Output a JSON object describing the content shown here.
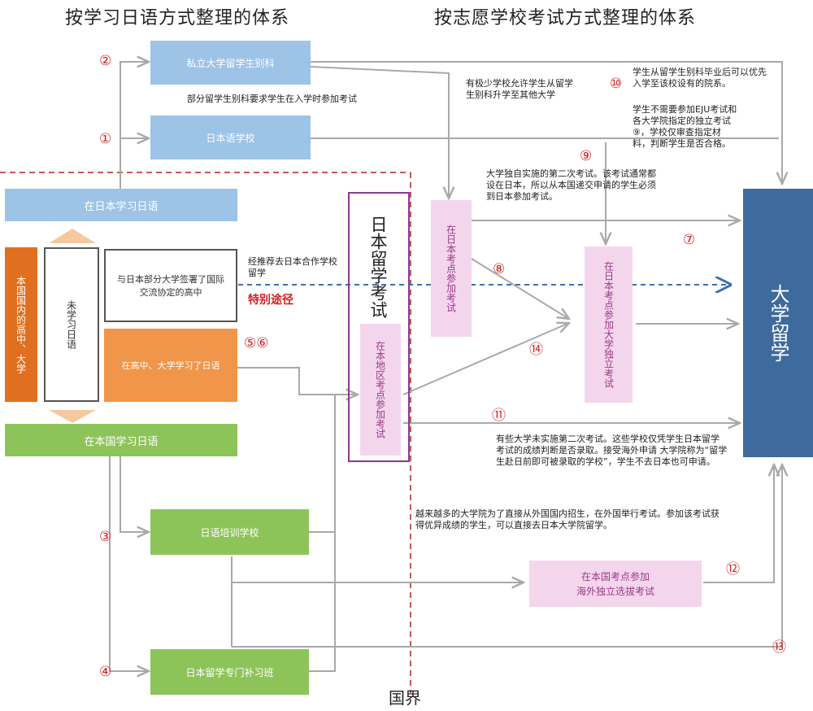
{
  "headers": {
    "left": "按学习日语方式整理的体系",
    "right": "按志愿学校考试方式整理的体系"
  },
  "boxes": {
    "private_univ": "私立大学留学生别科",
    "jp_lang_school": "日本语学校",
    "study_in_japan": "在日本学习日语",
    "home_country_school": "本国国内的高中、大学",
    "not_studied": "未学习日语",
    "agreement_school": "与日本部分大学签署了国际交流协定的高中",
    "studied_at_school": "在高中、大学学习了日语",
    "study_at_home": "在本国学习日语",
    "training_school": "日语培训学校",
    "prep_class": "日本留学专门补习班",
    "eju": "日本留学考试",
    "eju_japan": "在日本考点参加考试",
    "eju_local": "在本地区考点参加考试",
    "indep_exam": "在日本考点参加大学独立考试",
    "overseas_exam_line1": "在本国考点参加",
    "overseas_exam_line2": "海外独立选拔考试",
    "university": "大学留学"
  },
  "labels": {
    "note_entrance": "部分留学生别科要求学生在入学时参加考试",
    "note_few_schools": "有极少学校允许学生从留学生别科升学至其他大学",
    "note_priority": "学生从留学生别科毕业后可以优先入学至该校设有的院系。",
    "note_no_eju": "学生不需要参加EJU考试和各大学院指定的独立考试⑨，学校仅审查指定材料，判断学生是否合格。",
    "note_second_exam": "大学独自实施的第二次考试。该考试通常都设在日本，所以从本国递交申请的学生必须到日本参加考试。",
    "note_recommend": "经推荐去日本合作学校留学",
    "special_route": "特别途径",
    "note_no_second": "有些大学未实施第二次考试。这些学校仅凭学生日本留学考试的成绩判断是否录取。接受海外申请 大学院称为“留学生赴日前即可被录取的学校”，学生不去日本也可申请。",
    "note_overseas": "越来越多的大学院为了直接从外国国内招生，在外国举行考试。参加该考试获得优异成绩的学生，可以直接去日本大学院留学。",
    "border": "国界"
  },
  "markers": {
    "m1": "①",
    "m2": "②",
    "m3": "③",
    "m4": "④",
    "m56": "⑤⑥",
    "m7": "⑦",
    "m8": "⑧",
    "m9": "⑨",
    "m10": "⑩",
    "m11": "⑪",
    "m12": "⑫",
    "m13": "⑬",
    "m14": "⑭"
  },
  "colors": {
    "blue": "#9dc3e6",
    "green": "#8dc45a",
    "orange": "#f0954a",
    "dark_orange": "#e07020",
    "pink": "#f4d6ec",
    "purple": "#8a3a8f",
    "navy": "#3e6a9e",
    "marker_red": "#d22020",
    "border_line": "#b22222"
  }
}
